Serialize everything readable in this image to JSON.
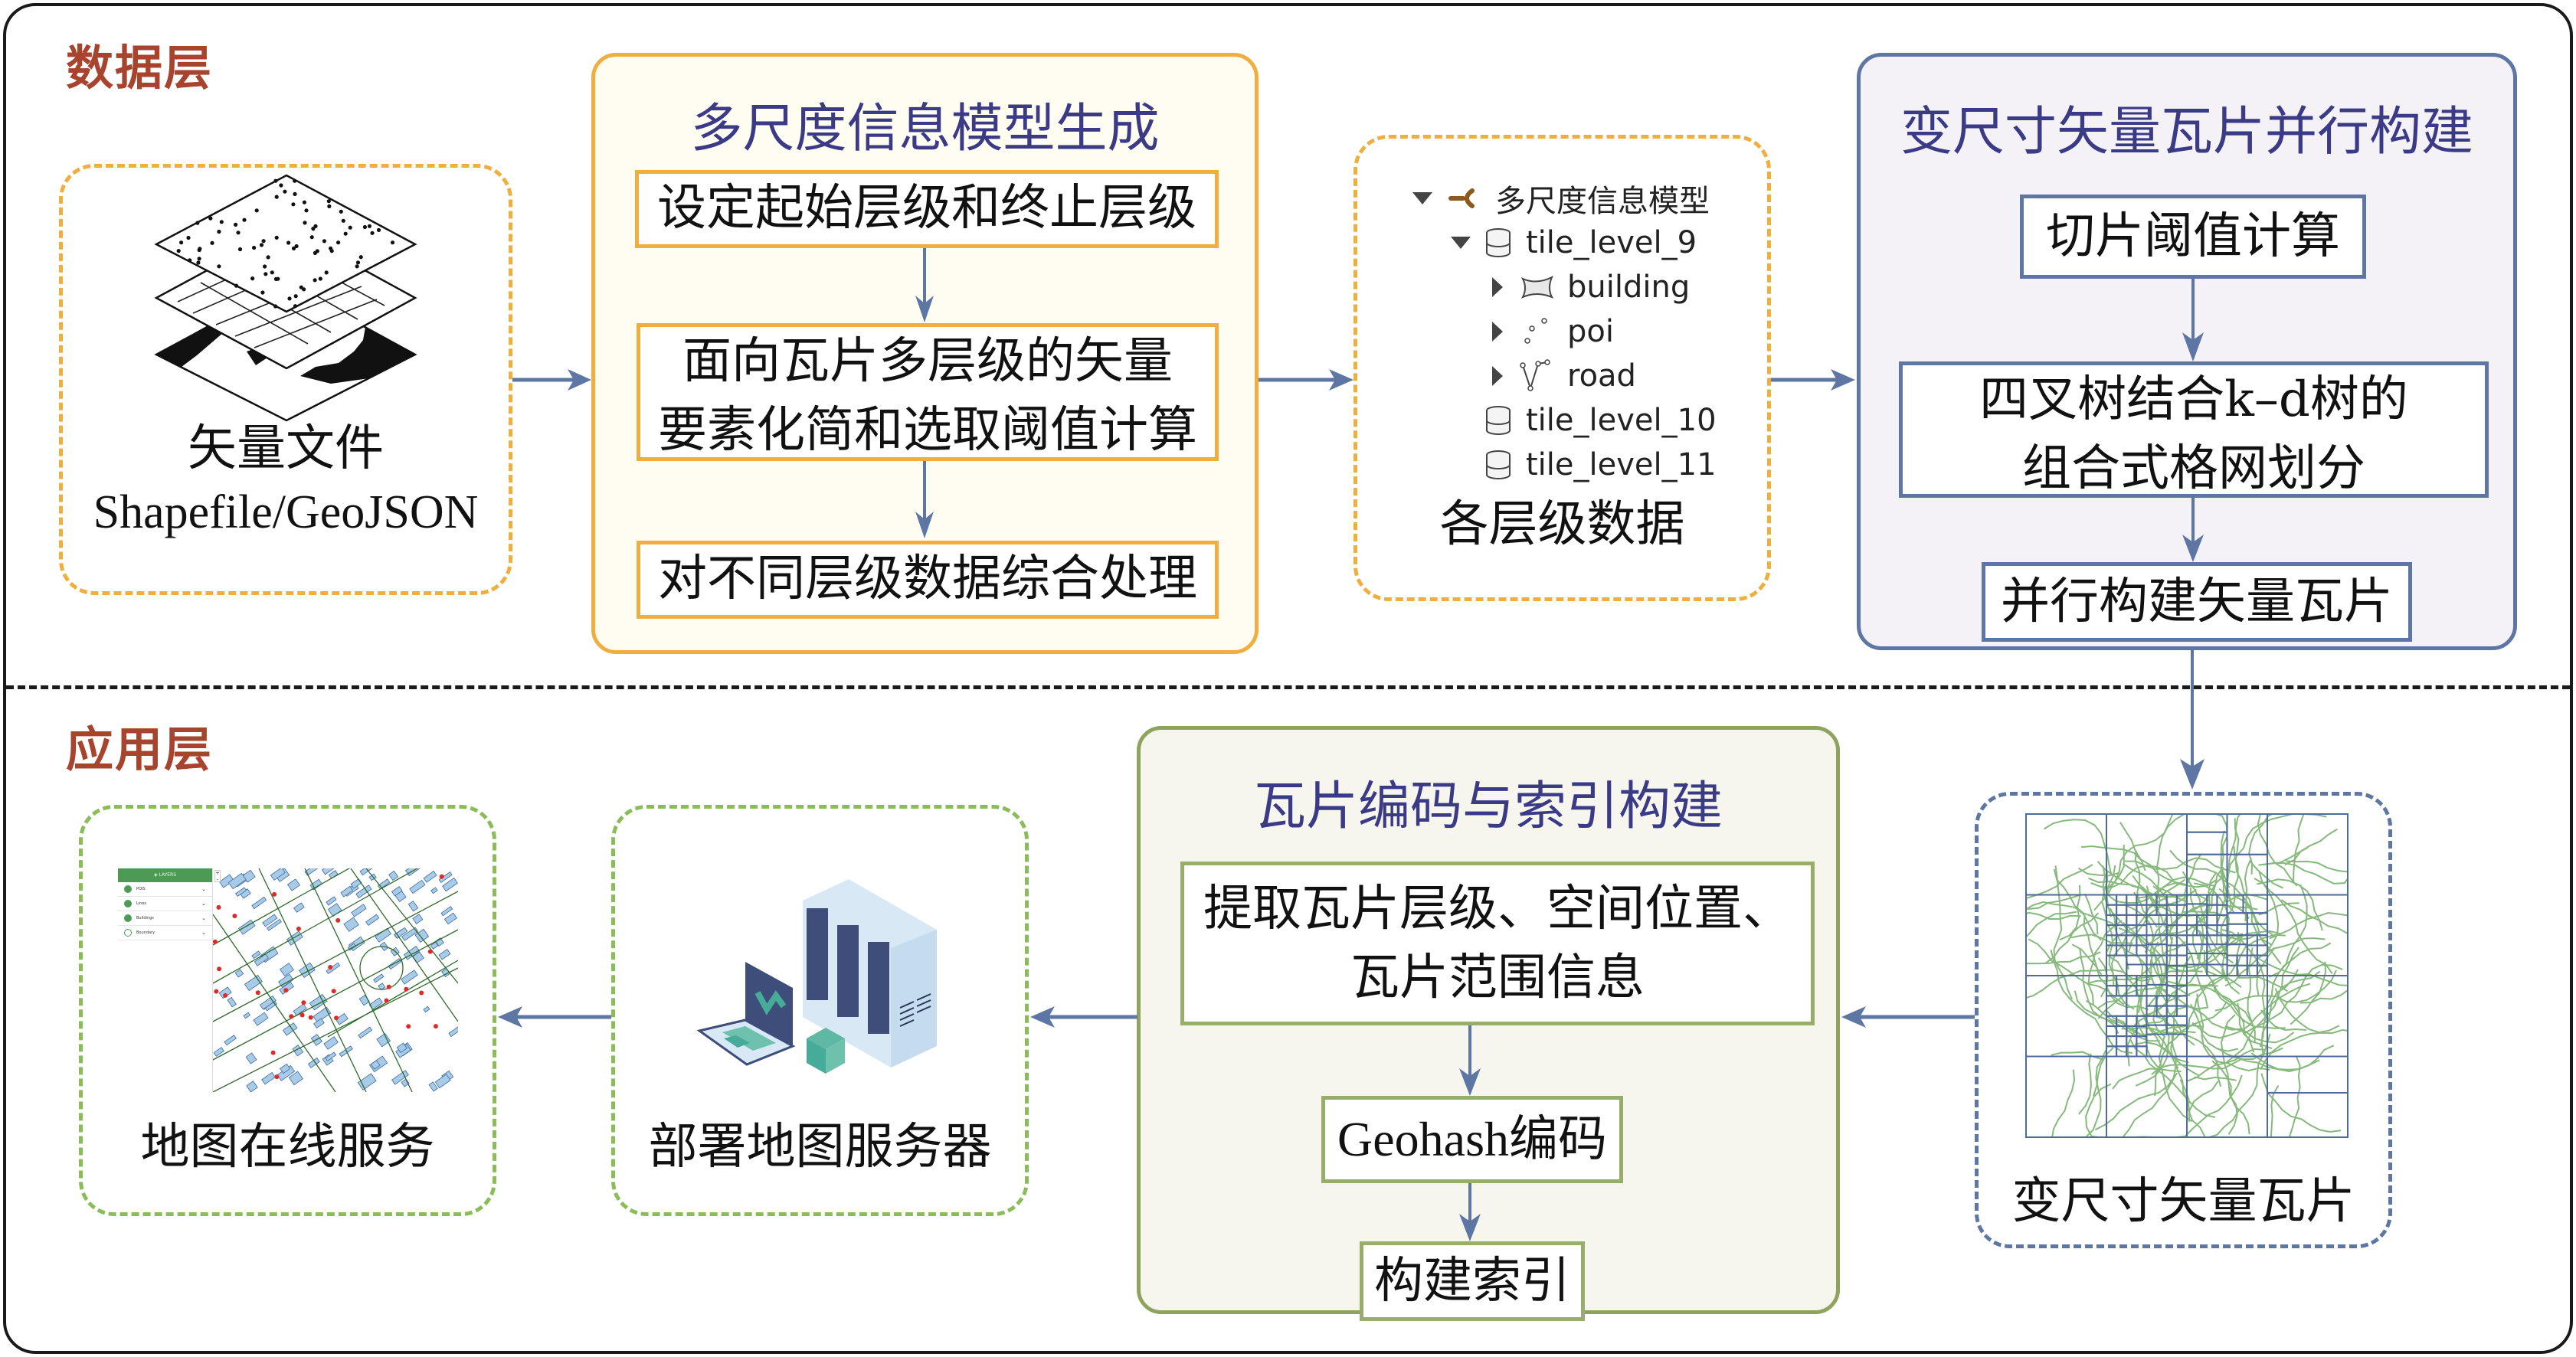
{
  "layers": {
    "data_layer_label": "数据层",
    "app_layer_label": "应用层"
  },
  "input_file": {
    "caption_line1": "矢量文件",
    "caption_line2": "Shapefile/GeoJSON",
    "icon": "stacked-vector-layers-icon"
  },
  "multiscale_model": {
    "title": "多尺度信息模型生成",
    "steps": [
      {
        "text": "设定起始层级和终止层级"
      },
      {
        "line1": "面向瓦片多层级的矢量",
        "line2": "要素化简和选取阈值计算"
      },
      {
        "text": "对不同层级数据综合处理"
      }
    ]
  },
  "level_data": {
    "caption": "各层级数据",
    "tree": [
      {
        "label": "多尺度信息模型",
        "icon": "model-icon",
        "expander": "expanded",
        "depth": 0
      },
      {
        "label": "tile_level_9",
        "icon": "database-icon",
        "expander": "expanded",
        "depth": 1
      },
      {
        "label": "building",
        "icon": "polygon-icon",
        "expander": "collapsed",
        "depth": 2
      },
      {
        "label": "poi",
        "icon": "points-icon",
        "expander": "collapsed",
        "depth": 2
      },
      {
        "label": "road",
        "icon": "polyline-icon",
        "expander": "collapsed",
        "depth": 2
      },
      {
        "label": "tile_level_10",
        "icon": "database-icon",
        "expander": "none",
        "depth": 1
      },
      {
        "label": "tile_level_11",
        "icon": "database-icon",
        "expander": "none",
        "depth": 1
      }
    ]
  },
  "variable_tiles_build": {
    "title": "变尺寸矢量瓦片并行构建",
    "steps": [
      {
        "text": "切片阈值计算"
      },
      {
        "line1": "四叉树结合k–d树的",
        "line2": "组合式格网划分"
      },
      {
        "text": "并行构建矢量瓦片"
      }
    ]
  },
  "variable_tiles": {
    "caption": "变尺寸矢量瓦片",
    "icon": "quadtree-grid-map-icon"
  },
  "encoding_index": {
    "title": "瓦片编码与索引构建",
    "steps": [
      {
        "line1": "提取瓦片层级、空间位置、",
        "line2": "瓦片范围信息"
      },
      {
        "text": "Geohash编码"
      },
      {
        "text": "构建索引"
      }
    ]
  },
  "deploy_server": {
    "caption": "部署地图服务器",
    "icon": "server-laptop-icon"
  },
  "online_map": {
    "caption": "地图在线服务",
    "layers_panel": {
      "header": "LAYERS",
      "items": [
        {
          "label": "POIS",
          "checked": true
        },
        {
          "label": "Lines",
          "checked": true
        },
        {
          "label": "Buildings",
          "checked": true
        },
        {
          "label": "Boundary",
          "checked": false
        }
      ],
      "zoom_in": "+",
      "zoom_out": "-"
    }
  },
  "colors": {
    "layer_label": "#a8432e",
    "panel_title": "#3a3a86",
    "orange": "#f0ae3e",
    "blue": "#5e76a3",
    "green": "#8abd57",
    "olive": "#97ad6a",
    "arrow": "#5e76a3"
  }
}
